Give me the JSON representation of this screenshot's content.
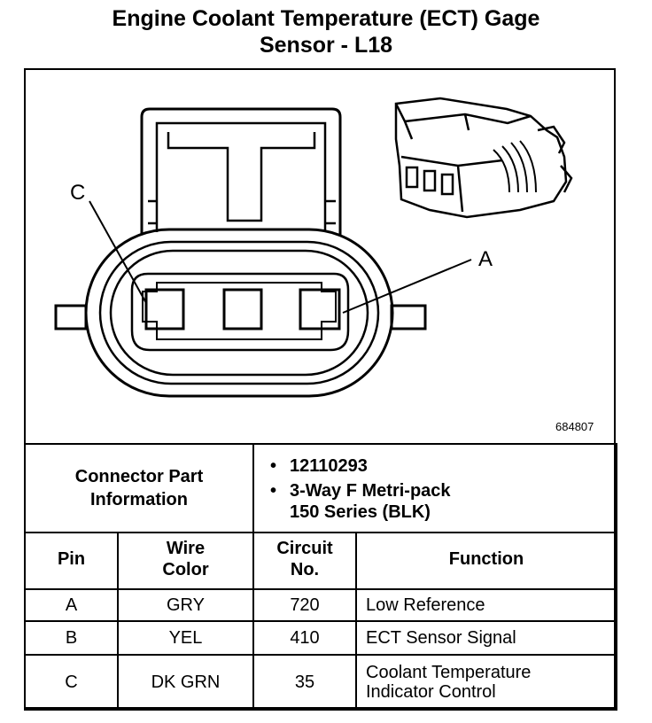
{
  "title": {
    "line1": "Engine Coolant Temperature (ECT) Gage",
    "line2": "Sensor - L18"
  },
  "diagram": {
    "callout_c": "C",
    "callout_a": "A",
    "figure_number": "684807"
  },
  "connector_info": {
    "label_line1": "Connector Part",
    "label_line2": "Information",
    "bullets": [
      {
        "lines": [
          "12110293"
        ]
      },
      {
        "lines": [
          "3-Way F Metri-pack",
          "150 Series (BLK)"
        ]
      }
    ]
  },
  "pin_table": {
    "headers": {
      "pin": "Pin",
      "wire_line1": "Wire",
      "wire_line2": "Color",
      "circuit_line1": "Circuit",
      "circuit_line2": "No.",
      "function": "Function"
    },
    "rows": [
      {
        "pin": "A",
        "wire": "GRY",
        "circuit": "720",
        "function_line1": "Low Reference",
        "function_line2": ""
      },
      {
        "pin": "B",
        "wire": "YEL",
        "circuit": "410",
        "function_line1": "ECT Sensor Signal",
        "function_line2": ""
      },
      {
        "pin": "C",
        "wire": "DK GRN",
        "circuit": "35",
        "function_line1": "Coolant Temperature",
        "function_line2": "Indicator Control"
      }
    ]
  }
}
